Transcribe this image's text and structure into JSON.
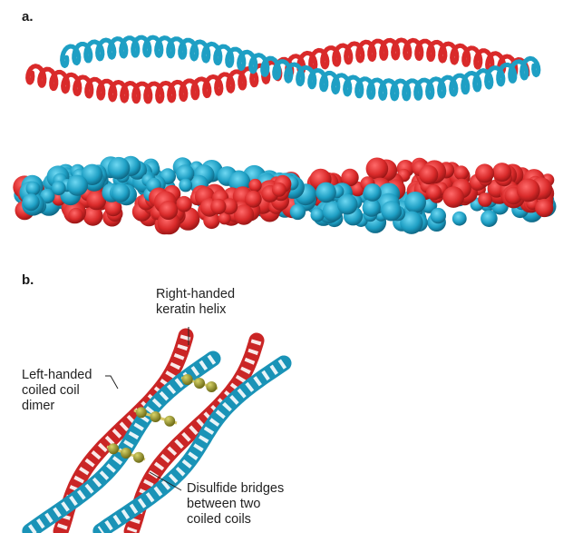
{
  "panels": {
    "a": {
      "label": "a."
    },
    "b": {
      "label": "b.",
      "callouts": {
        "right_handed": [
          "Right-handed",
          "keratin helix"
        ],
        "left_handed": [
          "Left-handed",
          "coiled coil",
          "dimer"
        ],
        "disulfide": [
          "Disulfide bridges",
          "between two",
          "coiled coils"
        ]
      }
    }
  },
  "colors": {
    "helix_red": "#d92a2a",
    "helix_red_dark": "#9e1616",
    "helix_blue": "#1e9fc4",
    "helix_blue_dark": "#0f6f8f",
    "bridge_olive": "#8f8d2a",
    "bridge_link": "#d8c96a"
  }
}
